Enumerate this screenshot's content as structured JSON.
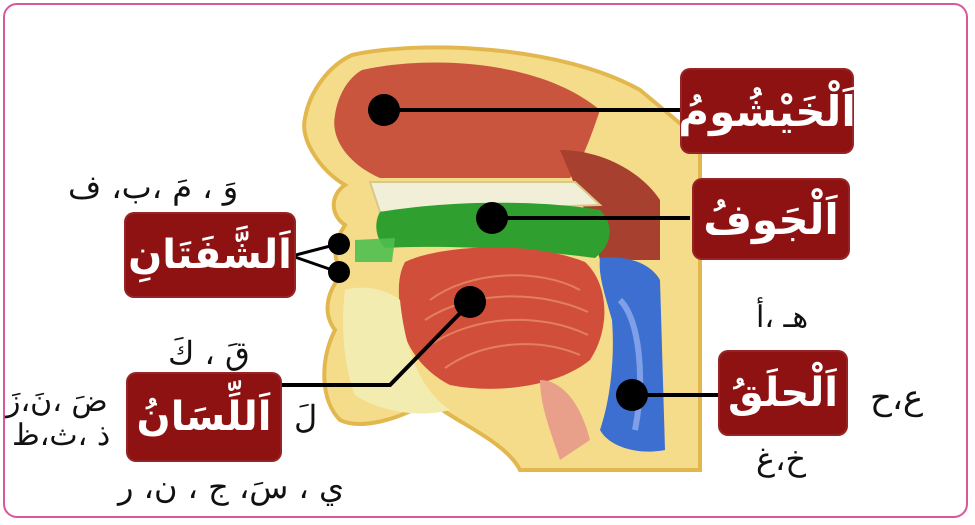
{
  "labels": {
    "nasal_cavity": "اَلْخَيْشُومُ",
    "oral_cavity": "اَلْجَوفُ",
    "lips": "اَلشَّفَتَانِ",
    "tongue": "اَللِّسَانُ",
    "throat": "اَلْحلَقُ"
  },
  "letters": {
    "lips": "وَ ، مَ ،ب، ف",
    "tongue_top": "قَ ، كَ",
    "tongue_left_line1": "ضَ ،نَ،زَ",
    "tongue_left_line2": "ذ ،ث،ظ",
    "tongue_lam": "لَ",
    "tongue_bottom": "ي ، سَ، ج ، ن، ر",
    "throat_top": "هـ ،أ",
    "throat_side": "ع،ح",
    "throat_bottom": "خ،غ"
  },
  "colors": {
    "label_background": "#8e1212",
    "frame_border": "#d8589a",
    "pointer": "#000000",
    "oral_cavity_highlight": "#2fa02f",
    "throat_highlight": "#3d6fd0"
  }
}
